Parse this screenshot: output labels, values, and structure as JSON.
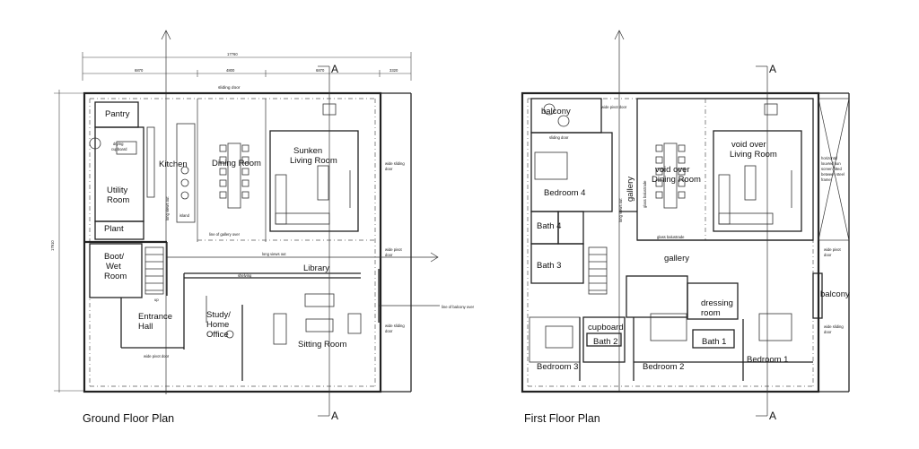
{
  "titles": {
    "ground": "Ground Floor Plan",
    "first": "First Floor Plan"
  },
  "section_marker": "A",
  "ground": {
    "rooms": {
      "pantry": "Pantry",
      "kitchen": "Kitchen",
      "dining": "Dining Room",
      "sunken_1": "Sunken",
      "sunken_2": "Living Room",
      "utility_1": "Utility",
      "utility_2": "Room",
      "plant": "Plant",
      "boot_1": "Boot/",
      "boot_2": "Wet",
      "boot_3": "Room",
      "library": "Library",
      "entrance_1": "Entrance",
      "entrance_2": "Hall",
      "study_1": "Study/",
      "study_2": "Home",
      "study_3": "Office",
      "sitting": "Sitting Room"
    },
    "notes": {
      "sliding_door": "sliding door",
      "drying_1": "drying",
      "drying_2": "cupboard",
      "island": "island",
      "long_views_vert": "long views out",
      "long_views": "long views out",
      "gallery_over": "line of gallery over",
      "shelving": "shelving",
      "wide_sliding_1": "wide sliding",
      "wide_sliding_2": "door",
      "wide_pivot_1": "wide pivot",
      "wide_pivot_2": "door",
      "wide_pivot_b": "wide pivot door",
      "wide_sliding_b1": "wide sliding",
      "wide_sliding_b2": "door",
      "balcony_over": "line of balcony over",
      "up": "up"
    },
    "dimensions": {
      "overall_w": "17760",
      "overall_h": "17910",
      "d1": "6870",
      "d2": "4800",
      "d3": "6870",
      "d4": "3320"
    }
  },
  "first": {
    "rooms": {
      "balcony_top": "balcony",
      "bedroom4": "Bedroom 4",
      "gallery_vert": "gallery",
      "void_dining_1": "void over",
      "void_dining_2": "Dining Room",
      "void_living_1": "void over",
      "void_living_2": "Living Room",
      "bath4": "Bath 4",
      "bath3": "Bath 3",
      "gallery": "gallery",
      "balcony_right": "balcony",
      "cupboard": "cupboard",
      "dressing_1": "dressing",
      "dressing_2": "room",
      "bath2": "Bath 2",
      "bath1": "Bath 1",
      "bedroom3": "Bedroom 3",
      "bedroom2": "Bedroom 2",
      "bedroom1": "Bedroom 1"
    },
    "notes": {
      "wide_pivot_top": "wide pivot door",
      "sliding_door": "sliding door",
      "long_views_vert": "long views out",
      "glass_bal_vert": "glass balustrade",
      "glass_bal": "glass balustrade",
      "louvre_1": "horizontal",
      "louvre_2": "louvred sun",
      "louvre_3": "screen fitted",
      "louvre_4": "between steel",
      "louvre_5": "frame",
      "wide_pivot_1": "wide pivot",
      "wide_pivot_2": "door",
      "wide_sliding_1": "wide sliding",
      "wide_sliding_2": "door"
    }
  }
}
